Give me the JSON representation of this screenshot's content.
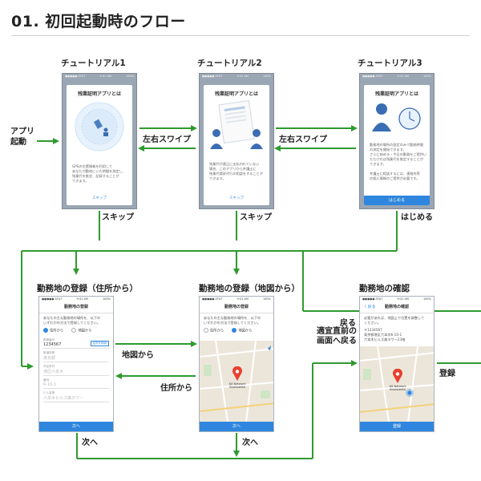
{
  "page": {
    "title": "01. 初回起動時のフロー"
  },
  "labels": {
    "tutorial1": "チュートリアル1",
    "tutorial2": "チュートリアル2",
    "tutorial3": "チュートリアル3",
    "app_launch": "アプリ\n起動",
    "swipe_left_1": "左右スワイプ",
    "swipe_left_2": "左右スワイプ",
    "skip_1": "スキップ",
    "skip_2": "スキップ",
    "start": "はじめる",
    "reg_address": "勤務地の登録（住所から）",
    "reg_map": "勤務地の登録（地図から）",
    "confirm": "勤務地の確認",
    "from_map": "地図から",
    "from_address": "住所から",
    "next_1": "次へ",
    "next_2": "次へ",
    "back": "戻る",
    "back_desc": "適宜直前の\n画面へ戻る",
    "register": "登録"
  },
  "tutorial": {
    "card_title": "残業証明アプリとは",
    "t1_text": "GPSの位置情報を利用して\nあなたが勤地にいた時間を測定し、\n残業代を推定、記録することが\nできます。",
    "t2_text": "残業代が適正に支払われていない\n場合、このアプリから弁護士に\n残業代請求代行の相談をすることが\nできます。",
    "t3_text": "勤務地の場所の設定のみで勤務時間\nの測定を開始できます。\nさらに始める・今日の勤務をご提供い\nただければ残業代を推定することが\nできます。\n\n弁護士に相談するには、連絡先等\nの個人情報のご提供が必要です。",
    "skip": "スキップ",
    "start_btn": "はじめる"
  },
  "screens": {
    "status_left": "●●●●● AT&T",
    "status_time": "9:41 AM",
    "status_right": "100%",
    "reg_title": "勤務地の登録",
    "reg_text": "あなたの主な勤務地の場所を、以下の\nいずれかの方法で登録してください。",
    "radio_address": "住所から",
    "radio_map": "地図から",
    "postal_label": "郵便番号",
    "postal_value": "1234567",
    "postal_btn": "住所を検索",
    "pref_label": "都道府県",
    "pref_value": "東京都",
    "city_label": "市区町村",
    "city_value": "港区六本木",
    "street_label": "番地",
    "street_value": "6-10-1",
    "building_label": "ビル名等",
    "building_value": "六本木ヒルズ森タワー",
    "next_btn": "次へ",
    "pin_label": "XX Network\nBlumbento",
    "confirm_title": "勤務地の確認",
    "confirm_back": "〈 戻る",
    "confirm_text": "必要があれば、地図上で位置を調整して\nください。",
    "confirm_postal": "〒1234567",
    "confirm_addr": "東京都港区六本木6-10-1\n六本木ヒルズ森タワー23階",
    "register_btn": "登録"
  },
  "colors": {
    "arrow": "#2f9a2f",
    "accent": "#2f86de",
    "pin": "#e8402e"
  }
}
